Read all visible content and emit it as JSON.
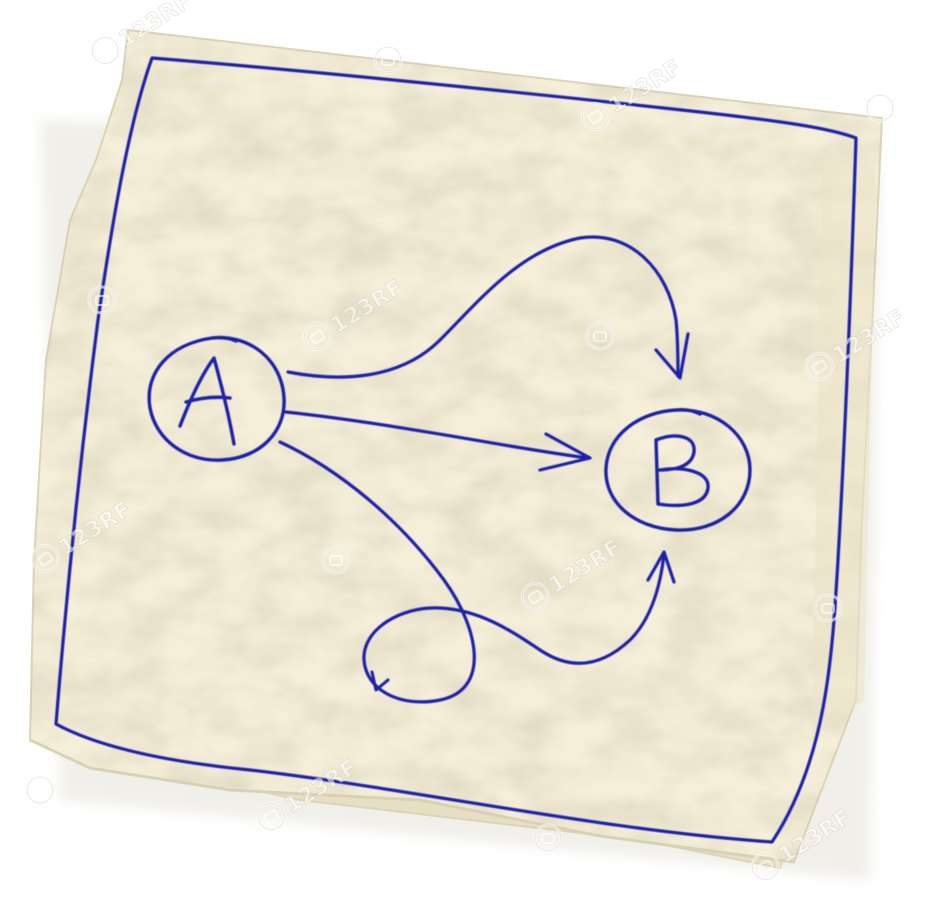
{
  "image": {
    "subject": "hand-drawn diagram on a folded paper napkin",
    "colors": {
      "background": "#ffffff",
      "napkin": "#f5efd9",
      "napkin_shadow": "#e7dfc4",
      "napkin_edge": "#ddd4b8",
      "ink": "#1f23a8"
    }
  },
  "diagram": {
    "node_a": {
      "label": "A"
    },
    "node_b": {
      "label": "B"
    },
    "arrows": [
      {
        "from": "A",
        "to": "B",
        "route": "upper arch"
      },
      {
        "from": "A",
        "to": "B",
        "route": "direct"
      },
      {
        "from": "A",
        "to": "B",
        "route": "lower loop"
      }
    ]
  },
  "watermark": {
    "text": "123RF"
  }
}
